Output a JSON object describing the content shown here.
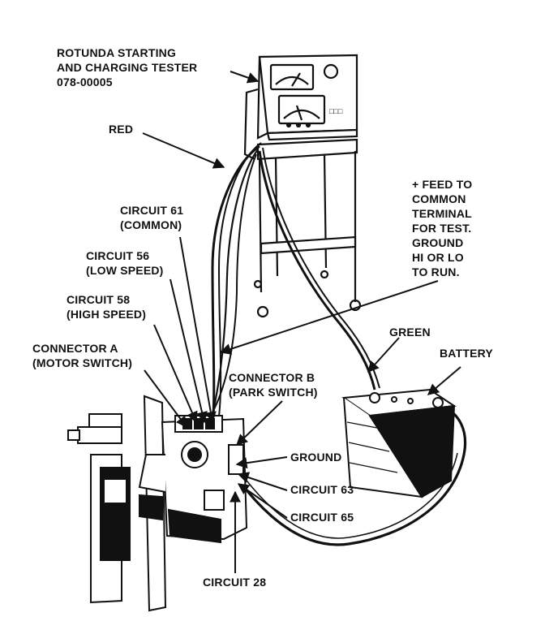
{
  "labels": {
    "tester_line1": "ROTUNDA STARTING",
    "tester_line2": "AND CHARGING TESTER",
    "tester_line3": "078-00005",
    "red": "RED",
    "feed_line1": "+ FEED TO",
    "feed_line2": "COMMON",
    "feed_line3": "TERMINAL",
    "feed_line4": "FOR TEST.",
    "feed_line5": "GROUND",
    "feed_line6": "HI OR LO",
    "feed_line7": "TO RUN.",
    "c61_line1": "CIRCUIT 61",
    "c61_line2": "(COMMON)",
    "c56_line1": "CIRCUIT 56",
    "c56_line2": "(LOW SPEED)",
    "c58_line1": "CIRCUIT 58",
    "c58_line2": "(HIGH SPEED)",
    "conna_line1": "CONNECTOR A",
    "conna_line2": "(MOTOR SWITCH)",
    "green": "GREEN",
    "battery": "BATTERY",
    "connb_line1": "CONNECTOR B",
    "connb_line2": "(PARK SWITCH)",
    "ground": "GROUND",
    "c63": "CIRCUIT 63",
    "c65": "CIRCUIT 65",
    "c28": "CIRCUIT 28"
  }
}
